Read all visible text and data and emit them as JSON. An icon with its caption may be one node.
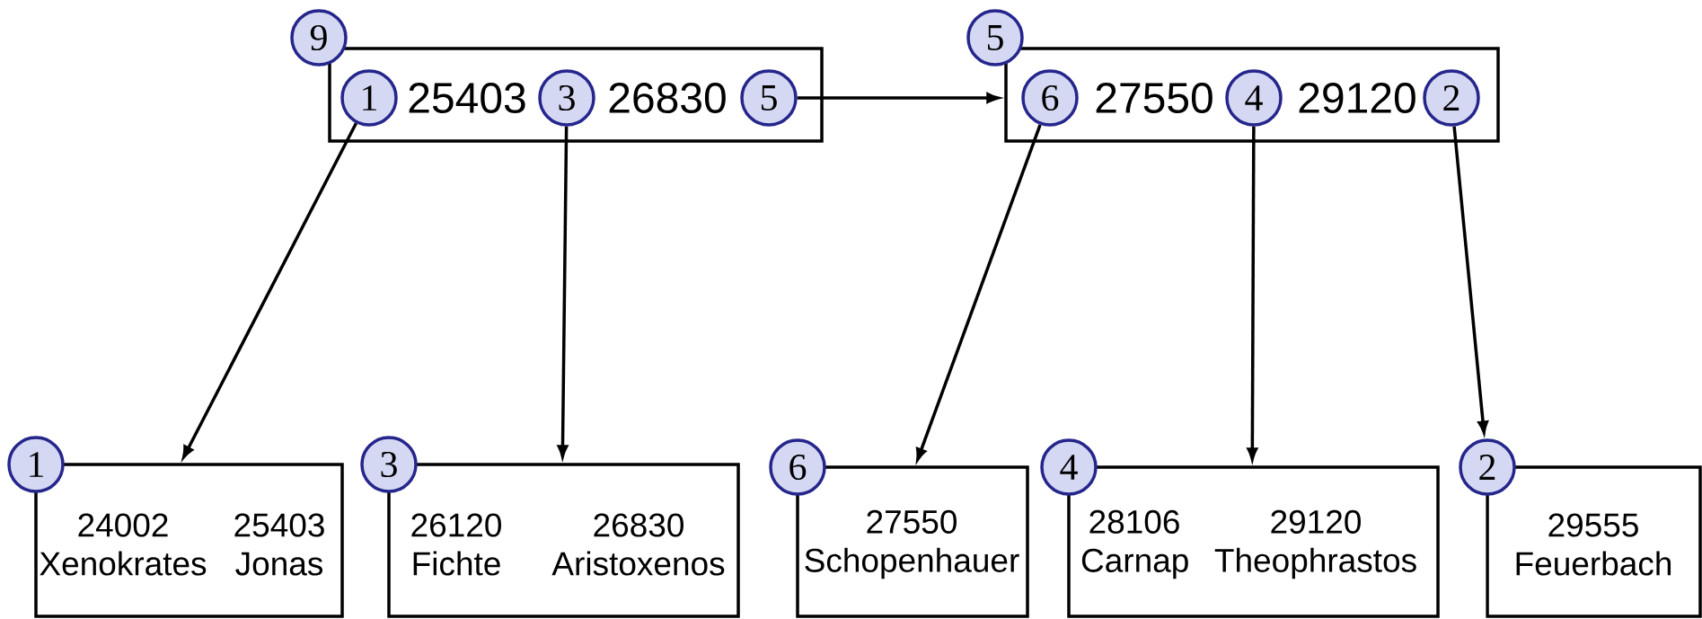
{
  "diagram": {
    "nodes": [
      {
        "text": [
          "9"
        ]
      },
      {
        "text": [
          "25403",
          "26830"
        ]
      },
      {
        "text": [
          "1"
        ],
        "in": 1
      },
      {
        "text": [
          "3"
        ],
        "in": 1
      },
      {
        "text": [
          "5"
        ],
        "in": 1
      },
      {
        "text": [
          "5"
        ]
      },
      {
        "text": [
          "27550",
          "29120"
        ]
      },
      {
        "text": [
          "6"
        ],
        "in": 6
      },
      {
        "text": [
          "4"
        ],
        "in": 6
      },
      {
        "text": [
          "2"
        ],
        "in": 6
      },
      {
        "text": [
          "1"
        ]
      },
      {
        "text": [
          "24002 Xenokrates",
          "25403 Jonas"
        ]
      },
      {
        "text": [
          "3"
        ]
      },
      {
        "text": [
          "26120 Fichte",
          "26830 Aristoxenos"
        ]
      },
      {
        "text": [
          "6"
        ]
      },
      {
        "text": [
          "27550 Schopenhauer"
        ]
      },
      {
        "text": [
          "4"
        ]
      },
      {
        "text": [
          "28106 Carnap",
          "29120 Theophrastos"
        ]
      },
      {
        "text": [
          "2"
        ]
      },
      {
        "text": [
          "29555 Feuerbach"
        ]
      }
    ],
    "edges": [
      {
        "from": 4,
        "to": 6,
        "arrow": "to"
      },
      {
        "from": 2,
        "to": 11,
        "arrow": "to"
      },
      {
        "from": 3,
        "to": 13,
        "arrow": "to"
      },
      {
        "from": 7,
        "to": 15,
        "arrow": "to"
      },
      {
        "from": 8,
        "to": 17,
        "arrow": "to"
      },
      {
        "from": 9,
        "to": 18,
        "arrow": "to"
      }
    ]
  }
}
